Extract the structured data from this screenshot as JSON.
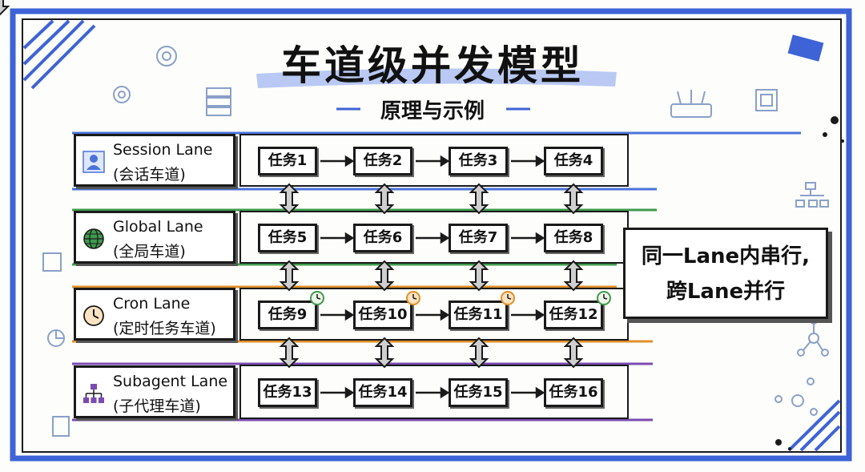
{
  "title": "车道级并发模型",
  "subtitle": "原理与示例",
  "colors": {
    "frame": "#3d63d6",
    "session": "#4a73d9",
    "global": "#3f9a4e",
    "cron": "#e0902a",
    "subagent": "#7a4bb0",
    "highlight": "#b9c9f3"
  },
  "lanes": [
    {
      "name": "Session Lane",
      "cn": "(会话车道)",
      "icon": "user-icon",
      "color_key": "session",
      "tasks": [
        "任务1",
        "任务2",
        "任务3",
        "任务4"
      ]
    },
    {
      "name": "Global Lane",
      "cn": "(全局车道)",
      "icon": "globe-icon",
      "color_key": "global",
      "tasks": [
        "任务5",
        "任务6",
        "任务7",
        "任务8"
      ]
    },
    {
      "name": "Cron Lane",
      "cn": "(定时任务车道)",
      "icon": "clock-icon",
      "color_key": "cron",
      "tasks": [
        "任务9",
        "任务10",
        "任务11",
        "任务12"
      ]
    },
    {
      "name": "Subagent Lane",
      "cn": "(子代理车道)",
      "icon": "org-chart-icon",
      "color_key": "subagent",
      "tasks": [
        "任务13",
        "任务14",
        "任务15",
        "任务16"
      ]
    }
  ],
  "note": {
    "line1": "同一Lane内串行,",
    "line2": "跨Lane并行"
  }
}
